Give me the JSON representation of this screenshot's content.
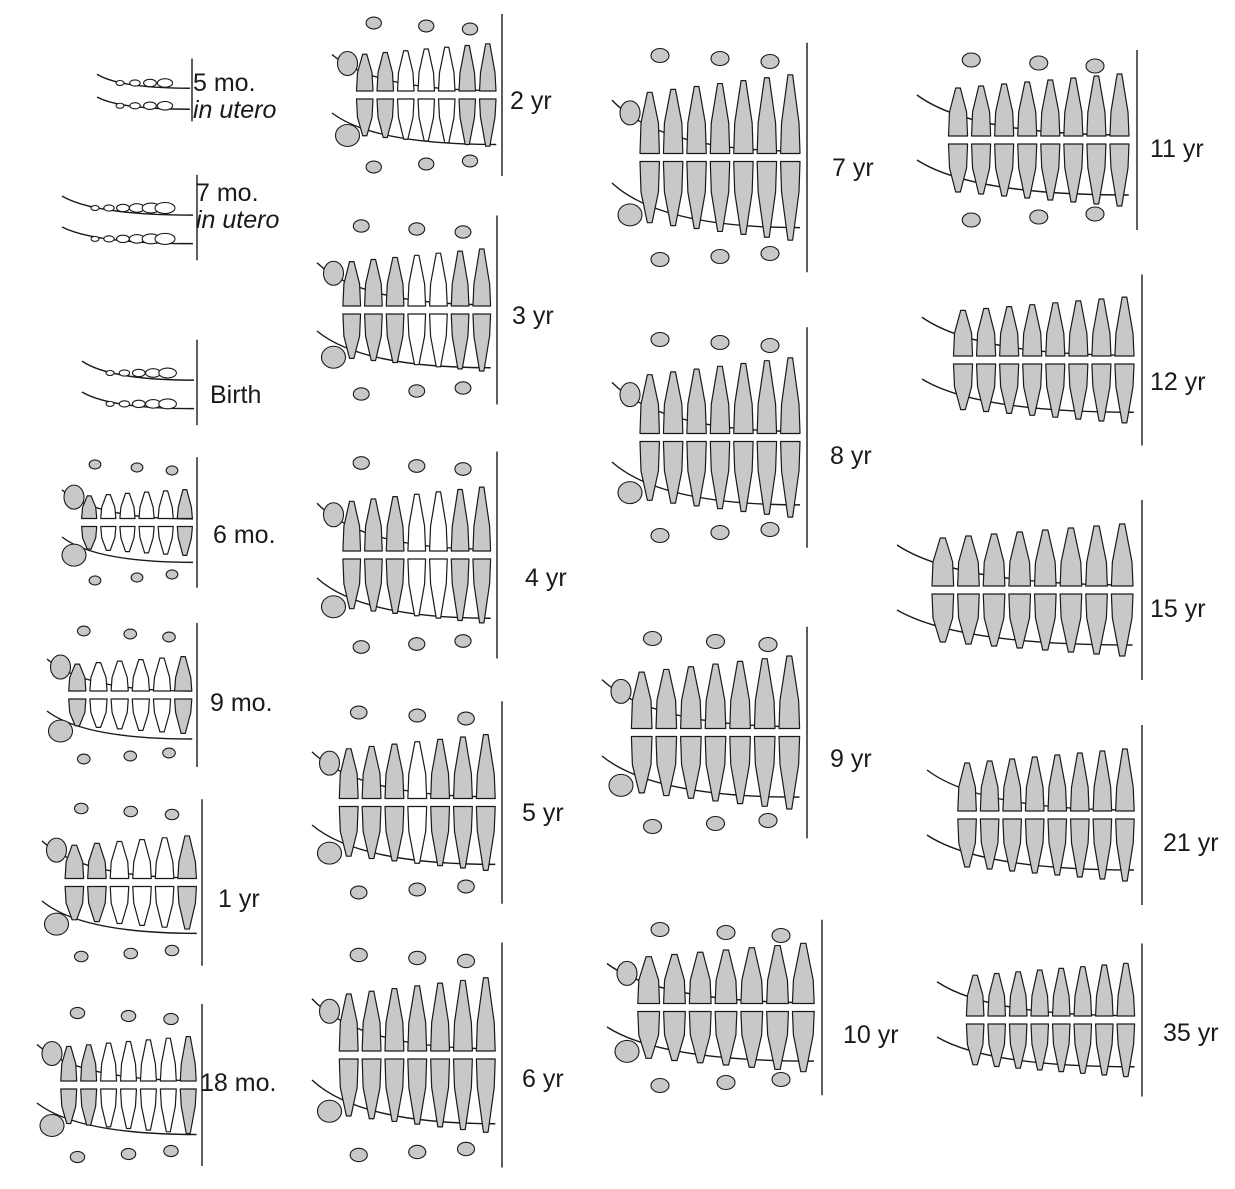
{
  "figure": {
    "stages": [
      {
        "label": "5 mo.",
        "sublabel": "in utero"
      },
      {
        "label": "7 mo.",
        "sublabel": "in utero"
      },
      {
        "label": "Birth"
      },
      {
        "label": "6 mo."
      },
      {
        "label": "9 mo."
      },
      {
        "label": "1 yr"
      },
      {
        "label": "18 mo."
      },
      {
        "label": "2 yr"
      },
      {
        "label": "3 yr"
      },
      {
        "label": "4 yr"
      },
      {
        "label": "5 yr"
      },
      {
        "label": "6 yr"
      },
      {
        "label": "7 yr"
      },
      {
        "label": "8 yr"
      },
      {
        "label": "9 yr"
      },
      {
        "label": "10 yr"
      },
      {
        "label": "11 yr"
      },
      {
        "label": "12 yr"
      },
      {
        "label": "15 yr"
      },
      {
        "label": "21 yr"
      },
      {
        "label": "35 yr"
      }
    ],
    "colors": {
      "line": "#1a1a1a",
      "permanent_tooth_fill": "#c8c8c8",
      "primary_tooth_fill": "#ffffff",
      "background": "#ffffff"
    }
  }
}
